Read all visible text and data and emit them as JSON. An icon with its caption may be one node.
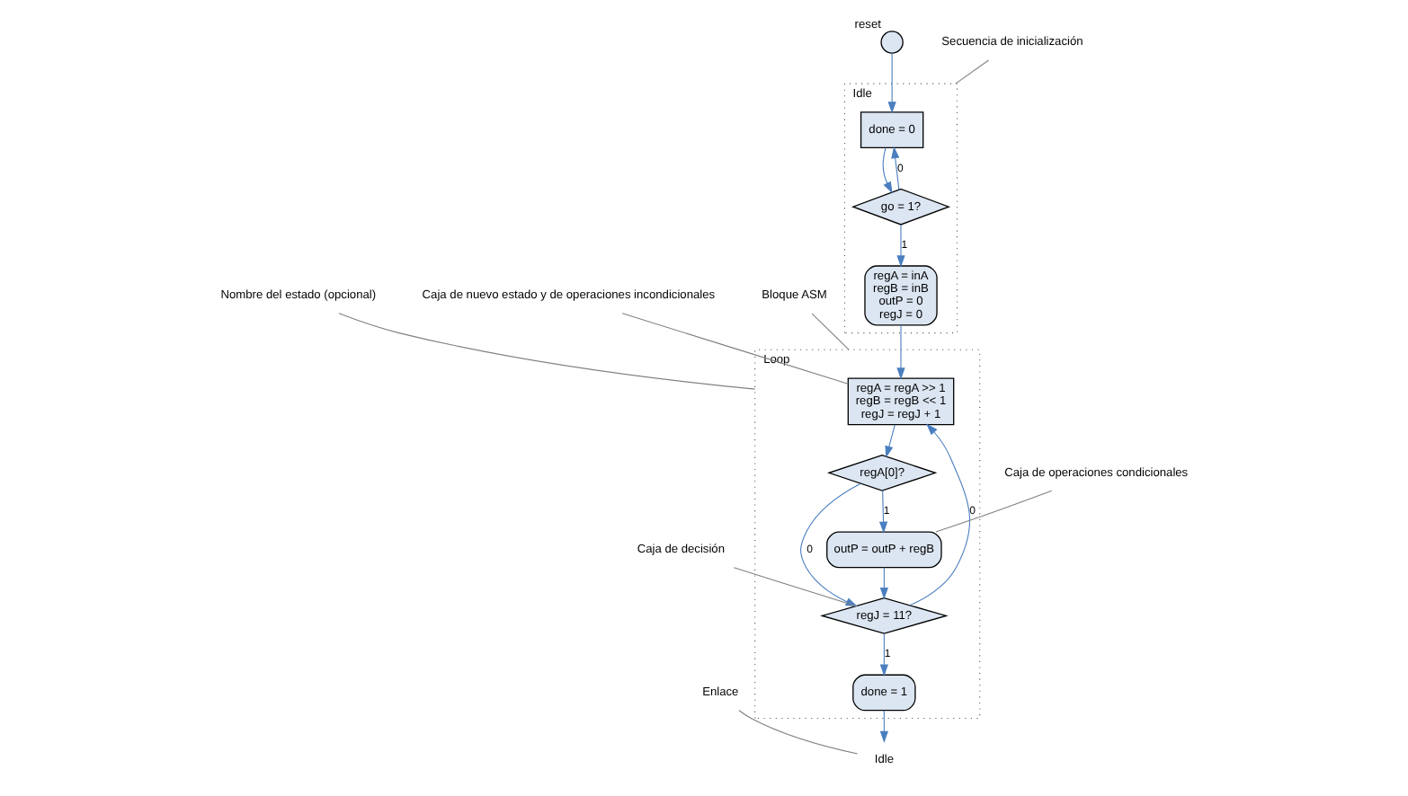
{
  "diagram": {
    "nodes": [
      {
        "text": [
          "Idle"
        ]
      },
      {
        "text": [
          "done = 0"
        ],
        "in": 0
      },
      {
        "text": [
          "go = 1?"
        ],
        "in": 0
      },
      {
        "text": [
          "regA = inA",
          "regB = inB",
          "outP = 0",
          "regJ = 0"
        ],
        "in": 0
      },
      {
        "text": [
          "Loop"
        ]
      },
      {
        "text": [
          "regA = regA >> 1",
          "regB = regB << 1",
          "regJ = regJ + 1"
        ],
        "in": 4
      },
      {
        "text": [
          "regA[0]?"
        ],
        "in": 4
      },
      {
        "text": [
          "outP = outP + regB"
        ],
        "in": 4
      },
      {
        "text": [
          "regJ = 11?"
        ],
        "in": 4
      },
      {
        "text": [
          "done = 1"
        ],
        "in": 4
      },
      {
        "text": [
          "Idle"
        ]
      },
      {
        "text": [
          "reset"
        ]
      },
      {
        "text": [
          "Secuencia de inicialización"
        ]
      },
      {
        "text": [
          "Nombre del estado (opcional)"
        ]
      },
      {
        "text": [
          "Caja de nuevo estado y de operaciones incondicionales"
        ]
      },
      {
        "text": [
          "Caja de operaciones condicionales"
        ]
      },
      {
        "text": [
          "Caja de decisión"
        ]
      },
      {
        "text": [
          "Enlace"
        ]
      },
      {
        "text": [
          "Bloque ASM"
        ]
      }
    ],
    "edges": [
      {
        "from": 11,
        "to": 1,
        "arrow": "to"
      },
      {
        "from": 1,
        "to": 2,
        "arrow": "to"
      },
      {
        "from": 2,
        "to": 1,
        "label": "0",
        "arrow": "to"
      },
      {
        "from": 2,
        "to": 3,
        "label": "1",
        "arrow": "to"
      },
      {
        "from": 3,
        "to": 5,
        "arrow": "to"
      },
      {
        "from": 5,
        "to": 6,
        "arrow": "to"
      },
      {
        "from": 6,
        "to": 7,
        "label": "1",
        "arrow": "to"
      },
      {
        "from": 6,
        "to": 8,
        "label": "0",
        "arrow": "to"
      },
      {
        "from": 7,
        "to": 8,
        "arrow": "to"
      },
      {
        "from": 8,
        "to": 9,
        "label": "1",
        "arrow": "to"
      },
      {
        "from": 9,
        "to": 10,
        "arrow": "to"
      },
      {
        "from": 8,
        "to": 5,
        "label": "0",
        "arrow": "to"
      },
      {
        "from": 12,
        "to": 0,
        "arrow": "none",
        "color": "#808080"
      },
      {
        "from": 13,
        "to": 4,
        "arrow": "none",
        "color": "#808080"
      },
      {
        "from": 14,
        "to": 5,
        "arrow": "none",
        "color": "#808080"
      },
      {
        "from": 15,
        "to": 7,
        "arrow": "none",
        "color": "#808080"
      },
      {
        "from": 16,
        "to": 8,
        "arrow": "none",
        "color": "#808080"
      },
      {
        "from": 17,
        "to": 10,
        "arrow": "none",
        "color": "#808080"
      },
      {
        "from": 18,
        "to": 4,
        "arrow": "none",
        "color": "#808080"
      }
    ]
  }
}
